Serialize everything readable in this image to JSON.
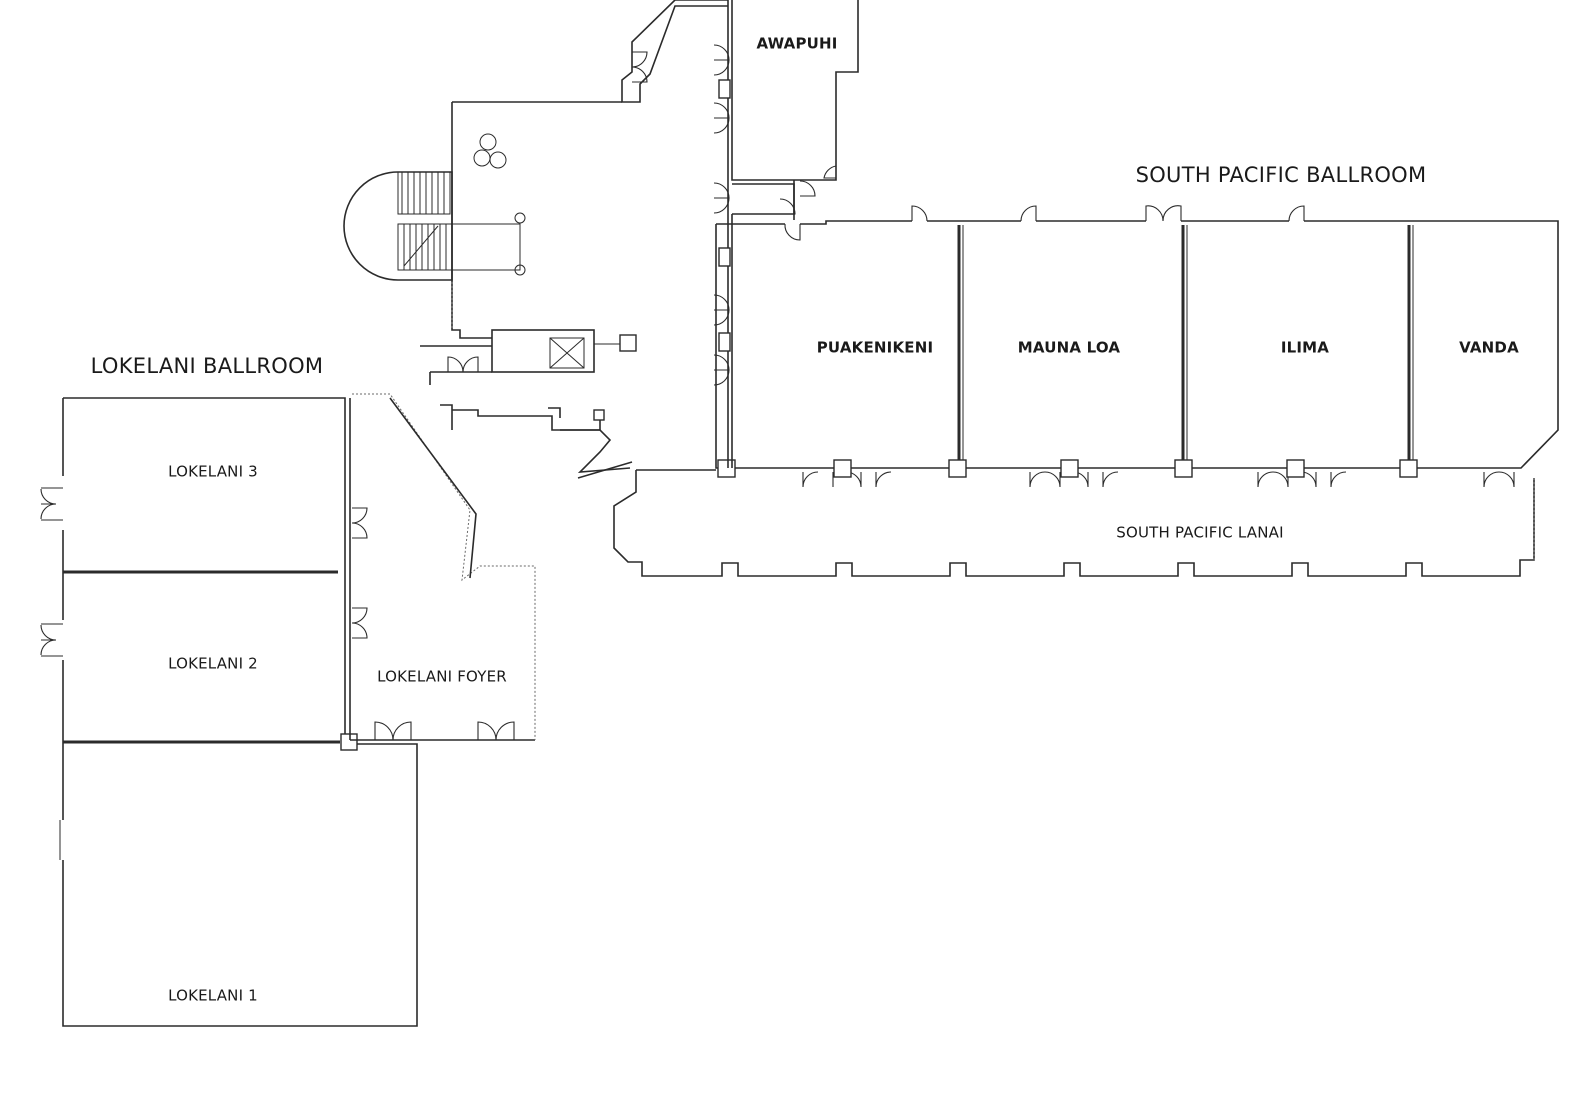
{
  "ballrooms": {
    "lokelani": "LOKELANI BALLROOM",
    "south_pacific": "SOUTH PACIFIC BALLROOM"
  },
  "rooms": {
    "awapuhi": "AWAPUHI",
    "puakenikeni": "PUAKENIKENI",
    "mauna_loa": "MAUNA LOA",
    "ilima": "ILIMA",
    "vanda": "VANDA",
    "south_pacific_lanai": "SOUTH PACIFIC LANAI",
    "lokelani_3": "LOKELANI 3",
    "lokelani_2": "LOKELANI 2",
    "lokelani_1": "LOKELANI 1",
    "lokelani_foyer": "LOKELANI FOYER"
  },
  "colors": {
    "line": "#2b2b2b",
    "background": "#ffffff"
  }
}
